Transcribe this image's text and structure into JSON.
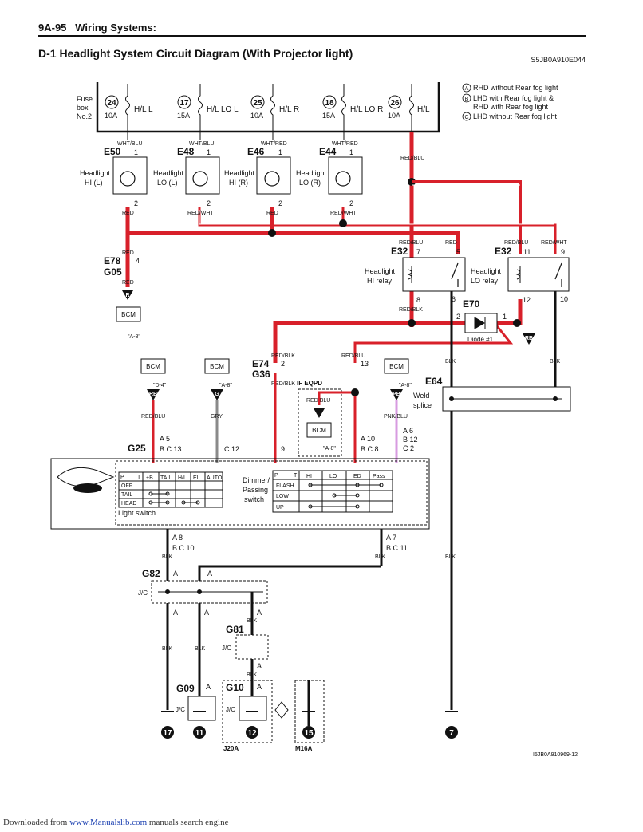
{
  "header": {
    "page": "9A-95",
    "section": "Wiring Systems:"
  },
  "title": "D-1 Headlight System Circuit Diagram (With Projector light)",
  "diagram_code": "S5JB0A910E044",
  "figure_code": "I5JB0A910969-12",
  "legend": [
    {
      "mark": "A",
      "text": "RHD without Rear fog light"
    },
    {
      "mark": "B",
      "text": "LHD with Rear fog light &"
    },
    {
      "mark": "",
      "text": "RHD with Rear fog light"
    },
    {
      "mark": "C",
      "text": "LHD without Rear fog light"
    }
  ],
  "fuse_box": {
    "line1": "Fuse",
    "line2": "box",
    "line3": "No.2"
  },
  "fuses": [
    {
      "num": "24",
      "amp": "10A",
      "name": "H/L L"
    },
    {
      "num": "17",
      "amp": "15A",
      "name": "H/L LO L"
    },
    {
      "num": "25",
      "amp": "10A",
      "name": "H/L R"
    },
    {
      "num": "18",
      "amp": "15A",
      "name": "H/L LO R"
    },
    {
      "num": "26",
      "amp": "10A",
      "name": "H/L"
    }
  ],
  "headlights": [
    {
      "conn": "E50",
      "wire_top": "WHT/BLU",
      "label1": "Headlight",
      "label2": "HI (L)",
      "pin_top": "1",
      "pin_bot": "2",
      "wire_bot": "RED"
    },
    {
      "conn": "E48",
      "wire_top": "WHT/BLU",
      "label1": "Headlight",
      "label2": "LO (L)",
      "pin_top": "1",
      "pin_bot": "2",
      "wire_bot": "RED/WHT"
    },
    {
      "conn": "E46",
      "wire_top": "WHT/RED",
      "label1": "Headlight",
      "label2": "HI (R)",
      "pin_top": "1",
      "pin_bot": "2",
      "wire_bot": "RED"
    },
    {
      "conn": "E44",
      "wire_top": "WHT/RED",
      "label1": "Headlight",
      "label2": "LO (R)",
      "pin_top": "1",
      "pin_bot": "2",
      "wire_bot": "RED/WHT"
    }
  ],
  "relays": {
    "hi": {
      "conn": "E32",
      "label1": "Headlight",
      "label2": "HI relay",
      "pins": [
        "7",
        "5",
        "8",
        "6"
      ],
      "wire_in1": "RED/BLU",
      "wire_in2": "RED",
      "wire_out": "RED/BLK"
    },
    "lo": {
      "conn": "E32",
      "label1": "Headlight",
      "label2": "LO relay",
      "pins": [
        "11",
        "9",
        "12",
        "10"
      ],
      "wire_in1": "RED/BLU",
      "wire_in2": "RED/WHT"
    }
  },
  "wire_misc": {
    "red_blu_26": "RED/BLU",
    "e78_wire": "RED",
    "e78_wire2": "RED",
    "e78_conn": "E78",
    "g05_conn": "G05",
    "e78_pin": "4",
    "e74_conn": "E74",
    "g36_conn": "G36",
    "e74_wire_top": "RED/BLK",
    "e74_pin": "2",
    "e74_wire_bot": "RED/BLK",
    "red_blu_13": "RED/BLU",
    "pin13": "13",
    "blk": "BLK",
    "gry": "GRY",
    "red_blu_g25": "RED/BLU",
    "pnk_blu": "PNK/BLU",
    "rb": "RB"
  },
  "diode": {
    "conn": "E70",
    "label": "Diode #1",
    "pin_l": "2",
    "pin_r": "1"
  },
  "weld": {
    "conn": "E64",
    "label1": "Weld",
    "label2": "splice"
  },
  "bcm": {
    "name": "BCM",
    "ref_a8": "\"A-8\"",
    "ref_d4": "\"D-4\"",
    "badge_r": "R",
    "badge_rb": "RB",
    "badge_g": "G",
    "badge_pb": "PB"
  },
  "if_eqpd": {
    "label": "IF EQPD",
    "wire": "RED/BLU"
  },
  "g25": {
    "conn": "G25",
    "pins_a": "A  5",
    "pins_bc": "B C 13",
    "pin_c12": "C 12",
    "pin_9": "9",
    "pin_a10": "A  10",
    "pin_bc8": "B C 8",
    "pin_a6": "A  6",
    "pin_b12": "B  12",
    "pin_c2": "C  2"
  },
  "light_switch": {
    "label": "Light switch",
    "cols": [
      "P",
      "T",
      "+B",
      "TAIL",
      "H/L",
      "EL",
      "AUTO"
    ],
    "rows": [
      "OFF",
      "TAIL",
      "HEAD"
    ]
  },
  "dimmer": {
    "label1": "Dimmer/",
    "label2": "Passing",
    "label3": "switch",
    "cols": [
      "P",
      "T",
      "HI",
      "LO",
      "ED",
      "Pass"
    ],
    "rows": [
      "FLASH",
      "LOW",
      "UP"
    ]
  },
  "ground_side": {
    "pin_a8": "A   8",
    "pin_bc10": "B C 10",
    "pin_a7": "A   7",
    "pin_bc11": "B C 11"
  },
  "junctions": [
    {
      "conn": "G82",
      "pin": "A",
      "label": "J/C"
    },
    {
      "conn": "G81",
      "pin": "A",
      "label": "J/C"
    },
    {
      "conn": "G09",
      "pin": "A",
      "label": "J/C"
    },
    {
      "conn": "G10",
      "pin": "A",
      "label": "J/C"
    }
  ],
  "grounds": [
    {
      "num": "17"
    },
    {
      "num": "11"
    },
    {
      "num": "12"
    },
    {
      "num": "15"
    },
    {
      "num": "7"
    }
  ],
  "engine": {
    "j20a": "J20A",
    "m16a": "M16A"
  },
  "footer": {
    "prefix": "Downloaded from",
    "link": "www.Manualslib.com",
    "suffix": "manuals search engine"
  }
}
